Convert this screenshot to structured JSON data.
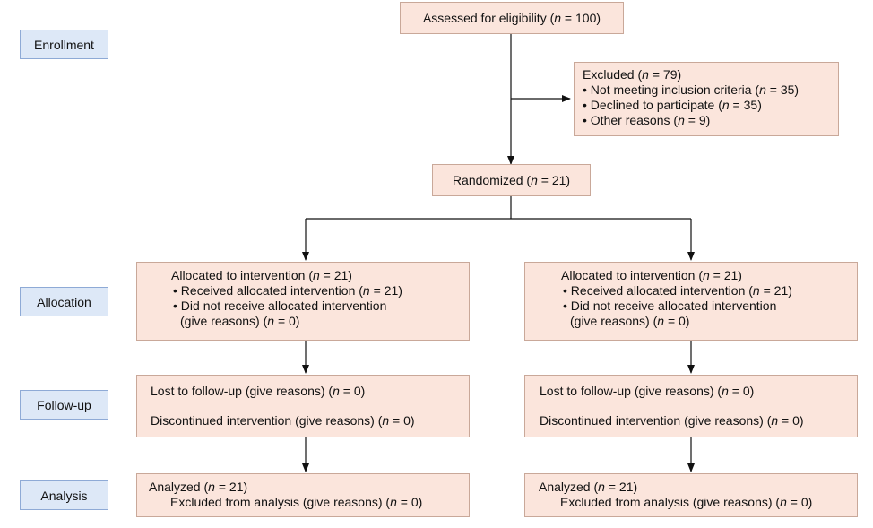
{
  "stages": {
    "enrollment": "Enrollment",
    "allocation": "Allocation",
    "followup": "Follow-up",
    "analysis": "Analysis"
  },
  "assessed": {
    "label": "Assessed for eligibility (",
    "n": "n",
    "value": " = 100)"
  },
  "excluded": {
    "title": {
      "label": "Excluded (",
      "n": "n",
      "value": " = 79)"
    },
    "items": [
      {
        "label": "• Not meeting inclusion criteria (",
        "n": "n",
        "value": " = 35)"
      },
      {
        "label": "• Declined to participate (",
        "n": "n",
        "value": " = 35)"
      },
      {
        "label": "• Other reasons (",
        "n": "n",
        "value": " = 9)"
      }
    ]
  },
  "randomized": {
    "label": "Randomized (",
    "n": "n",
    "value": " = 21)"
  },
  "arms": [
    {
      "allocation": {
        "title": {
          "label": "Allocated to intervention (",
          "n": "n",
          "value": " = 21)"
        },
        "received": {
          "label": "• Received allocated intervention (",
          "n": "n",
          "value": " = 21)"
        },
        "not_received_1": "• Did not receive allocated intervention",
        "not_received_2": {
          "label": "(give reasons) (",
          "n": "n",
          "value": " = 0)"
        }
      },
      "followup": {
        "lost": {
          "label": "Lost to follow-up (give reasons) (",
          "n": "n",
          "value": " = 0)"
        },
        "discontinued": {
          "label": "Discontinued intervention (give reasons) (",
          "n": "n",
          "value": " = 0)"
        }
      },
      "analysis": {
        "analyzed": {
          "label": "Analyzed (",
          "n": "n",
          "value": " = 21)"
        },
        "excluded": {
          "label": "Excluded from analysis (give reasons) (",
          "n": "n",
          "value": " = 0)"
        }
      }
    },
    {
      "allocation": {
        "title": {
          "label": "Allocated to intervention (",
          "n": "n",
          "value": " = 21)"
        },
        "received": {
          "label": "• Received allocated intervention (",
          "n": "n",
          "value": " = 21)"
        },
        "not_received_1": "• Did not receive allocated intervention",
        "not_received_2": {
          "label": "(give reasons) (",
          "n": "n",
          "value": " = 0)"
        }
      },
      "followup": {
        "lost": {
          "label": "Lost to follow-up (give reasons) (",
          "n": "n",
          "value": " = 0)"
        },
        "discontinued": {
          "label": "Discontinued intervention (give reasons) (",
          "n": "n",
          "value": " = 0)"
        }
      },
      "analysis": {
        "analyzed": {
          "label": "Analyzed (",
          "n": "n",
          "value": " = 21)"
        },
        "excluded": {
          "label": "Excluded from analysis (give reasons) (",
          "n": "n",
          "value": " = 0)"
        }
      }
    }
  ]
}
